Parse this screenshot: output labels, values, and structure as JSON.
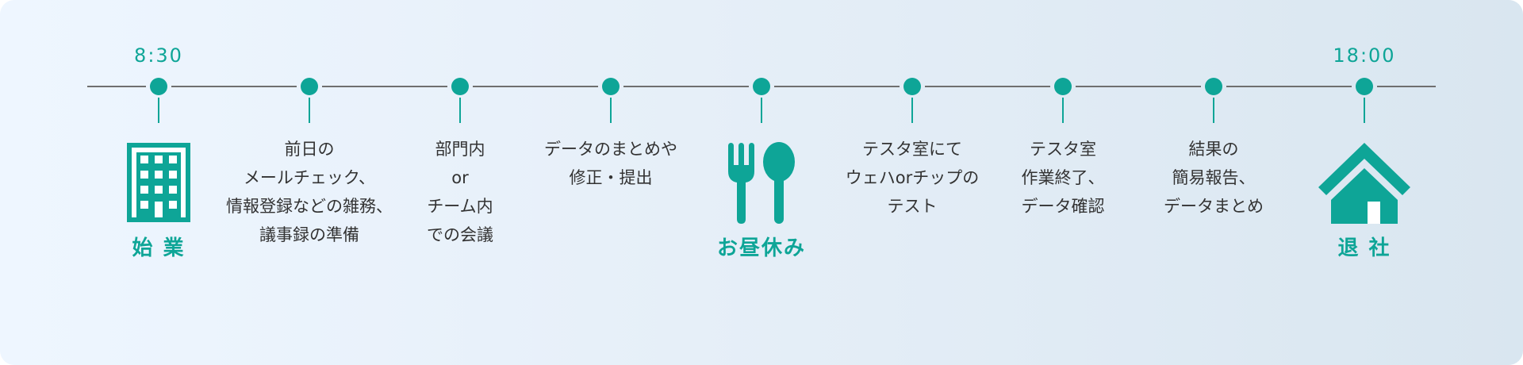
{
  "timeline": {
    "start_time": "8:30",
    "end_time": "18:00",
    "steps": [
      {
        "id": "start",
        "label": "始 業",
        "icon": "building-icon"
      },
      {
        "id": "email",
        "lines": [
          "前日の",
          "メールチェック、",
          "情報登録などの雑務、",
          "議事録の準備"
        ]
      },
      {
        "id": "meeting",
        "lines": [
          "部門内",
          "or",
          "チーム内",
          "での会議"
        ]
      },
      {
        "id": "data",
        "lines": [
          "データのまとめや",
          "修正・提出"
        ]
      },
      {
        "id": "lunch",
        "label": "お昼休み",
        "icon": "fork-spoon-icon"
      },
      {
        "id": "test",
        "lines": [
          "テスタ室にて",
          "ウェハorチップの",
          "テスト"
        ]
      },
      {
        "id": "test-end",
        "lines": [
          "テスタ室",
          "作業終了、",
          "データ確認"
        ]
      },
      {
        "id": "report",
        "lines": [
          "結果の",
          "簡易報告、",
          "データまとめ"
        ]
      },
      {
        "id": "leave",
        "label": "退 社",
        "icon": "house-icon"
      }
    ]
  },
  "colors": {
    "accent": "#0ea597",
    "line": "#6f6f6f",
    "text": "#333333"
  }
}
